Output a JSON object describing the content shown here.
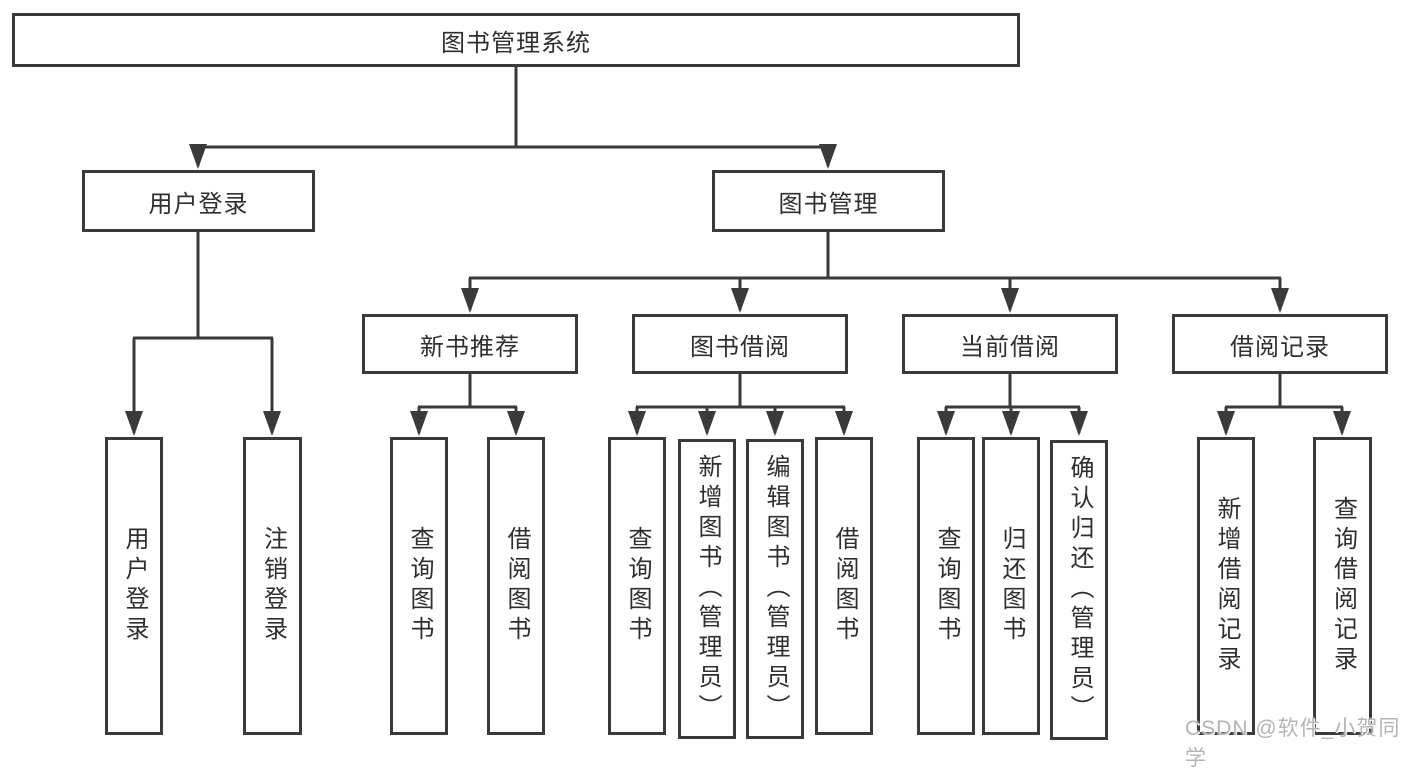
{
  "tree": {
    "root_label": "图书管理系统",
    "branches": [
      {
        "label": "用户登录",
        "leaves": [
          "用户登录",
          "注销登录"
        ]
      },
      {
        "label": "图书管理",
        "groups": [
          {
            "label": "新书推荐",
            "leaves": [
              "查询图书",
              "借阅图书"
            ]
          },
          {
            "label": "图书借阅",
            "leaves": [
              "查询图书",
              "新增图书（管理员）",
              "编辑图书（管理员）",
              "借阅图书"
            ]
          },
          {
            "label": "当前借阅",
            "leaves": [
              "查询图书",
              "归还图书",
              "确认归还（管理员）"
            ]
          },
          {
            "label": "借阅记录",
            "leaves": [
              "新增借阅记录",
              "查询借阅记录"
            ]
          }
        ]
      }
    ]
  },
  "watermark": "CSDN @软件_小贺同学",
  "colors": {
    "line": "#3a3a3a",
    "text": "#2f2f2f",
    "watermark": "#b4b4b4"
  }
}
